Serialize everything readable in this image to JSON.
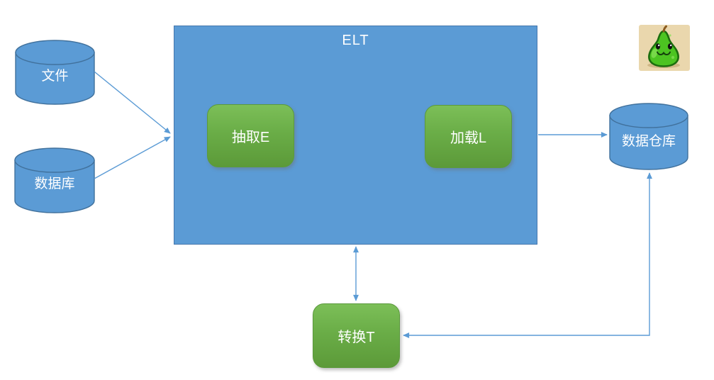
{
  "diagram": {
    "container": {
      "title": "ELT"
    },
    "nodes": {
      "file": {
        "label": "文件",
        "shape": "cylinder"
      },
      "database": {
        "label": "数据库",
        "shape": "cylinder"
      },
      "extract": {
        "label": "抽取E",
        "shape": "rounded-rect"
      },
      "load": {
        "label": "加载L",
        "shape": "rounded-rect"
      },
      "transform": {
        "label": "转换T",
        "shape": "rounded-rect"
      },
      "warehouse": {
        "label": "数据仓库",
        "shape": "cylinder"
      }
    },
    "edges": [
      {
        "from": "file",
        "to": "elt-container",
        "direction": "one-way"
      },
      {
        "from": "database",
        "to": "elt-container",
        "direction": "one-way"
      },
      {
        "from": "elt-container",
        "to": "warehouse",
        "direction": "one-way"
      },
      {
        "from": "elt-container",
        "to": "transform",
        "direction": "two-way"
      },
      {
        "from": "warehouse",
        "to": "transform",
        "direction": "two-way"
      }
    ],
    "colors": {
      "node_blue": "#5b9bd5",
      "node_blue_border": "#41719c",
      "process_green_top": "#7cbf58",
      "process_green_bottom": "#5c9a39",
      "arrow_blue": "#5b9bd5",
      "text_white": "#ffffff",
      "mascot_background": "#ead7ad",
      "mascot_green": "#4cc421"
    },
    "icons": {
      "mascot": "pear-mascot-icon"
    }
  }
}
